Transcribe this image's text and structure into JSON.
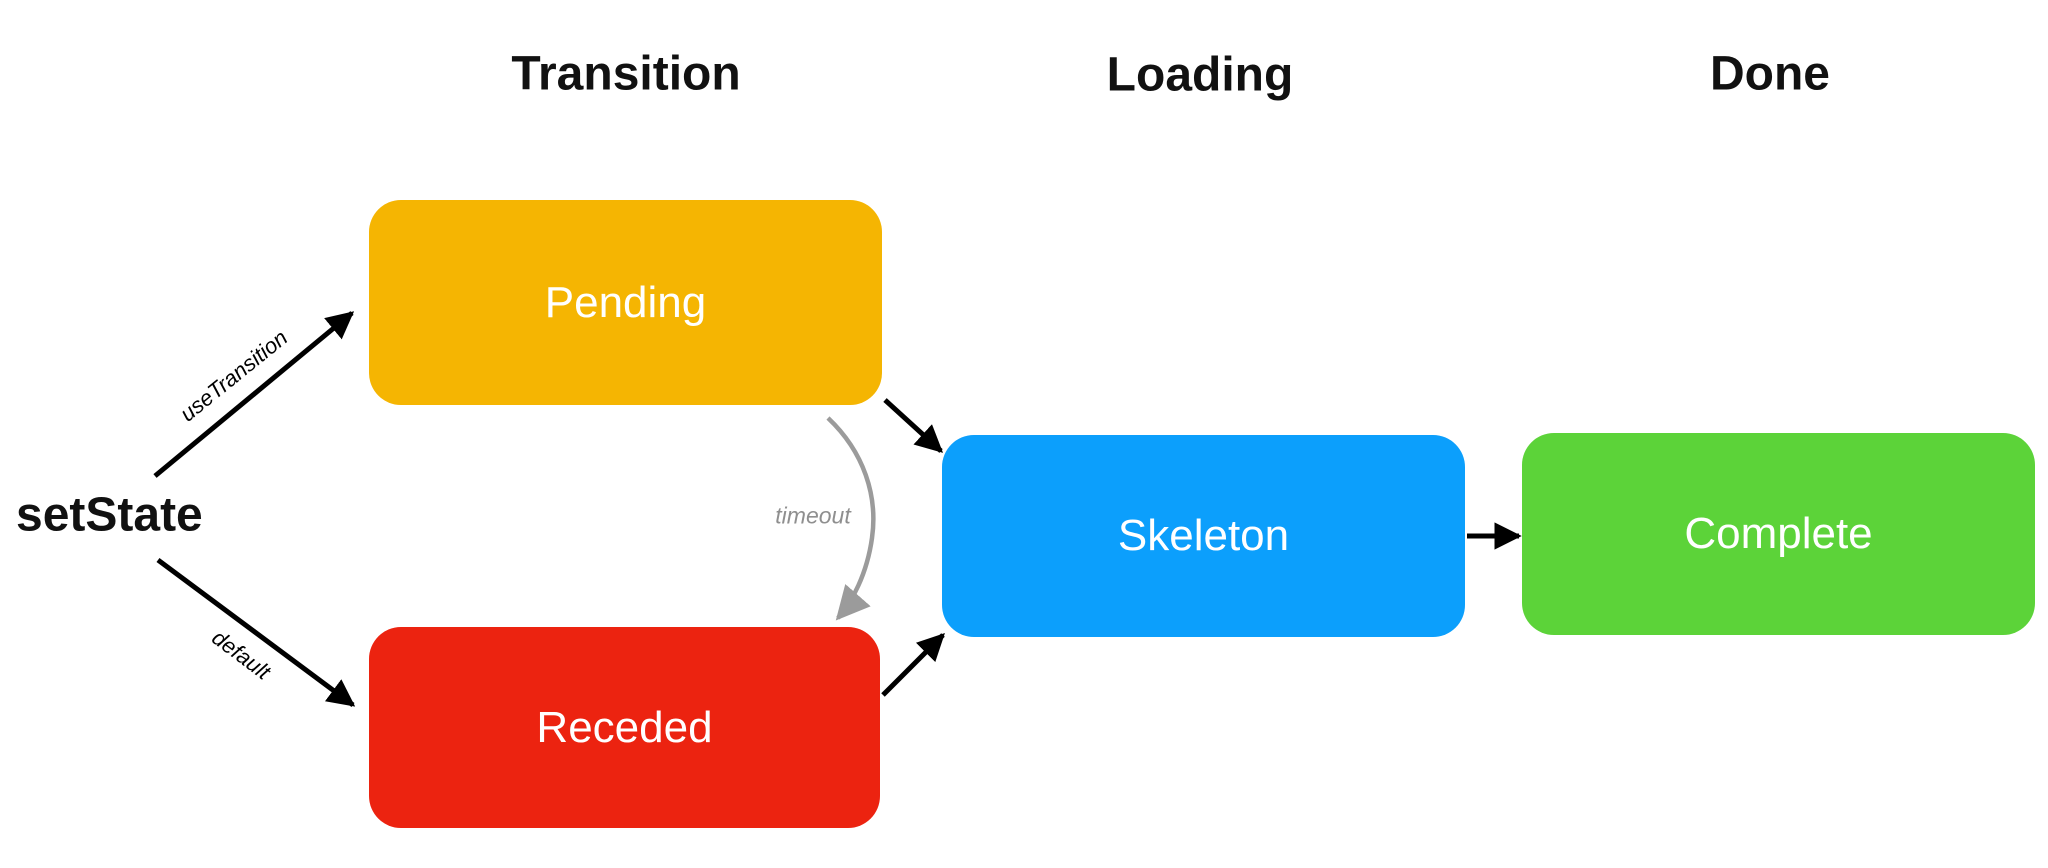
{
  "diagram": {
    "background": "#ffffff",
    "heading_color": "#111111",
    "columns": [
      {
        "label": "Transition"
      },
      {
        "label": "Loading"
      },
      {
        "label": "Done"
      }
    ],
    "source_label": "setState",
    "nodes": [
      {
        "id": "pending",
        "label": "Pending",
        "color": "#f5b502",
        "text_color": "#ffffff"
      },
      {
        "id": "receded",
        "label": "Receded",
        "color": "#ec2310",
        "text_color": "#ffffff"
      },
      {
        "id": "skeleton",
        "label": "Skeleton",
        "color": "#0c9ffc",
        "text_color": "#ffffff"
      },
      {
        "id": "complete",
        "label": "Complete",
        "color": "#5cd339",
        "text_color": "#ffffff"
      }
    ],
    "edges": {
      "use_transition": {
        "label": "useTransition",
        "color": "#000000"
      },
      "default": {
        "label": "default",
        "color": "#000000"
      },
      "timeout": {
        "label": "timeout",
        "color": "#9b9b9b",
        "label_color": "#8f8f8f"
      },
      "pending_to_skeleton": {
        "color": "#000000"
      },
      "receded_to_skeleton": {
        "color": "#000000"
      },
      "skeleton_to_complete": {
        "color": "#000000"
      }
    }
  }
}
